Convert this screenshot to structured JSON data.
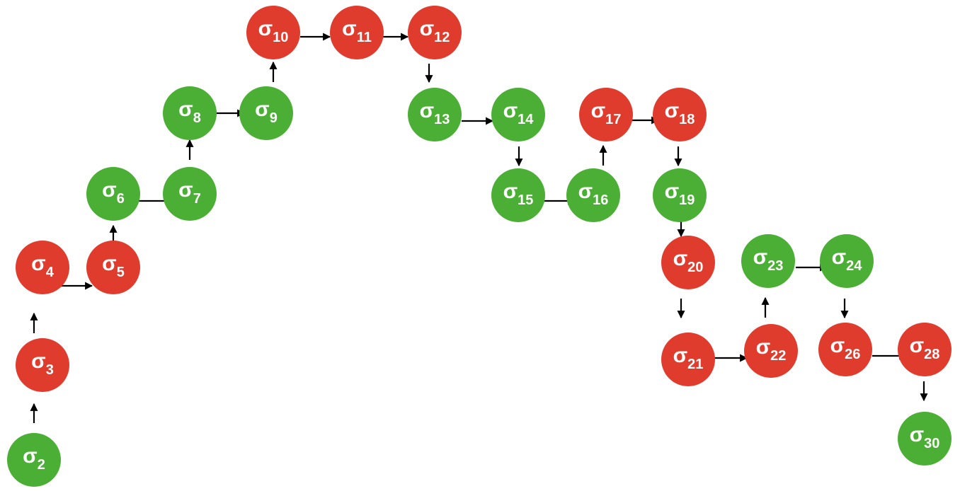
{
  "colors": {
    "red": "#e03c2e",
    "green": "#4caf35",
    "arrow": "#000000",
    "text": "#ffffff"
  },
  "nodes": [
    {
      "id": "2",
      "label": "σ",
      "sub": "2",
      "color": "green"
    },
    {
      "id": "3",
      "label": "σ",
      "sub": "3",
      "color": "red"
    },
    {
      "id": "4",
      "label": "σ",
      "sub": "4",
      "color": "red"
    },
    {
      "id": "5",
      "label": "σ",
      "sub": "5",
      "color": "red"
    },
    {
      "id": "6",
      "label": "σ",
      "sub": "6",
      "color": "green"
    },
    {
      "id": "7",
      "label": "σ",
      "sub": "7",
      "color": "green"
    },
    {
      "id": "8",
      "label": "σ",
      "sub": "8",
      "color": "green"
    },
    {
      "id": "9",
      "label": "σ",
      "sub": "9",
      "color": "green"
    },
    {
      "id": "10",
      "label": "σ",
      "sub": "10",
      "color": "red"
    },
    {
      "id": "11",
      "label": "σ",
      "sub": "11",
      "color": "red"
    },
    {
      "id": "12",
      "label": "σ",
      "sub": "12",
      "color": "red"
    },
    {
      "id": "13",
      "label": "σ",
      "sub": "13",
      "color": "green"
    },
    {
      "id": "14",
      "label": "σ",
      "sub": "14",
      "color": "green"
    },
    {
      "id": "15",
      "label": "σ",
      "sub": "15",
      "color": "green"
    },
    {
      "id": "16",
      "label": "σ",
      "sub": "16",
      "color": "green"
    },
    {
      "id": "17",
      "label": "σ",
      "sub": "17",
      "color": "red"
    },
    {
      "id": "18",
      "label": "σ",
      "sub": "18",
      "color": "red"
    },
    {
      "id": "19",
      "label": "σ",
      "sub": "19",
      "color": "green"
    },
    {
      "id": "20",
      "label": "σ",
      "sub": "20",
      "color": "red"
    },
    {
      "id": "21",
      "label": "σ",
      "sub": "21",
      "color": "red"
    },
    {
      "id": "22",
      "label": "σ",
      "sub": "22",
      "color": "red"
    },
    {
      "id": "23",
      "label": "σ",
      "sub": "23",
      "color": "green"
    },
    {
      "id": "24",
      "label": "σ",
      "sub": "24",
      "color": "green"
    },
    {
      "id": "26",
      "label": "σ",
      "sub": "26",
      "color": "red"
    },
    {
      "id": "28",
      "label": "σ",
      "sub": "28",
      "color": "red"
    },
    {
      "id": "30",
      "label": "σ",
      "sub": "30",
      "color": "green"
    }
  ],
  "edges": [
    {
      "from": "2",
      "to": "3"
    },
    {
      "from": "3",
      "to": "4"
    },
    {
      "from": "4",
      "to": "5"
    },
    {
      "from": "5",
      "to": "6"
    },
    {
      "from": "6",
      "to": "7"
    },
    {
      "from": "7",
      "to": "8"
    },
    {
      "from": "8",
      "to": "9"
    },
    {
      "from": "9",
      "to": "10"
    },
    {
      "from": "10",
      "to": "11"
    },
    {
      "from": "11",
      "to": "12"
    },
    {
      "from": "12",
      "to": "13"
    },
    {
      "from": "13",
      "to": "14"
    },
    {
      "from": "14",
      "to": "15"
    },
    {
      "from": "15",
      "to": "16"
    },
    {
      "from": "16",
      "to": "17"
    },
    {
      "from": "17",
      "to": "18"
    },
    {
      "from": "18",
      "to": "19"
    },
    {
      "from": "19",
      "to": "20"
    },
    {
      "from": "20",
      "to": "21"
    },
    {
      "from": "21",
      "to": "22"
    },
    {
      "from": "22",
      "to": "23"
    },
    {
      "from": "23",
      "to": "24"
    },
    {
      "from": "24",
      "to": "26"
    },
    {
      "from": "26",
      "to": "28"
    },
    {
      "from": "28",
      "to": "30"
    }
  ]
}
